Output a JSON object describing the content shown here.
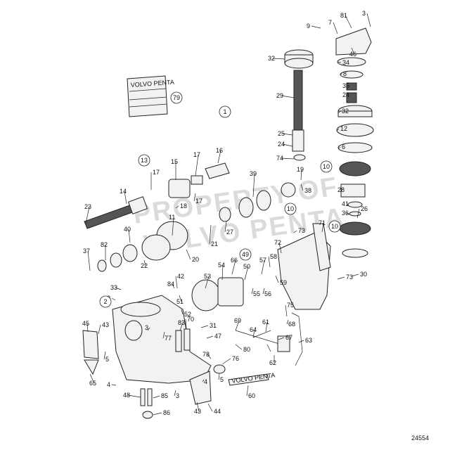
{
  "diagram": {
    "drawing_number": "24554",
    "watermark_lines": [
      "PROPERTY OF",
      "VOLVO PENTA"
    ],
    "book_label": "VOLVO PENTA",
    "plate_label": "VOLVO PENTA",
    "callouts": [
      {
        "label": "81"
      },
      {
        "label": "3"
      },
      {
        "label": "9"
      },
      {
        "label": "7"
      },
      {
        "label": "46"
      },
      {
        "label": "32"
      },
      {
        "label": "34"
      },
      {
        "label": "8"
      },
      {
        "label": "35"
      },
      {
        "label": "24"
      },
      {
        "label": "29"
      },
      {
        "label": "79"
      },
      {
        "label": "1"
      },
      {
        "label": "32"
      },
      {
        "label": "12"
      },
      {
        "label": "25"
      },
      {
        "label": "24"
      },
      {
        "label": "6"
      },
      {
        "label": "74"
      },
      {
        "label": "10"
      },
      {
        "label": "19"
      },
      {
        "label": "38"
      },
      {
        "label": "28"
      },
      {
        "label": "41"
      },
      {
        "label": "36"
      },
      {
        "label": "26"
      },
      {
        "label": "13"
      },
      {
        "label": "17"
      },
      {
        "label": "16"
      },
      {
        "label": "15"
      },
      {
        "label": "17"
      },
      {
        "label": "39"
      },
      {
        "label": "14"
      },
      {
        "label": "17"
      },
      {
        "label": "18"
      },
      {
        "label": "10"
      },
      {
        "label": "23"
      },
      {
        "label": "11"
      },
      {
        "label": "27"
      },
      {
        "label": "40"
      },
      {
        "label": "21"
      },
      {
        "label": "73"
      },
      {
        "label": "71"
      },
      {
        "label": "10"
      },
      {
        "label": "82"
      },
      {
        "label": "37"
      },
      {
        "label": "20"
      },
      {
        "label": "72"
      },
      {
        "label": "49"
      },
      {
        "label": "22"
      },
      {
        "label": "66"
      },
      {
        "label": "57"
      },
      {
        "label": "58"
      },
      {
        "label": "54"
      },
      {
        "label": "50"
      },
      {
        "label": "30"
      },
      {
        "label": "42"
      },
      {
        "label": "53"
      },
      {
        "label": "73"
      },
      {
        "label": "59"
      },
      {
        "label": "84"
      },
      {
        "label": "33"
      },
      {
        "label": "3"
      },
      {
        "label": "55"
      },
      {
        "label": "56"
      },
      {
        "label": "2"
      },
      {
        "label": "51"
      },
      {
        "label": "52"
      },
      {
        "label": "75"
      },
      {
        "label": "45"
      },
      {
        "label": "43"
      },
      {
        "label": "83"
      },
      {
        "label": "70"
      },
      {
        "label": "31"
      },
      {
        "label": "69"
      },
      {
        "label": "61"
      },
      {
        "label": "68"
      },
      {
        "label": "3"
      },
      {
        "label": "77"
      },
      {
        "label": "47"
      },
      {
        "label": "67"
      },
      {
        "label": "63"
      },
      {
        "label": "64"
      },
      {
        "label": "65"
      },
      {
        "label": "5"
      },
      {
        "label": "78"
      },
      {
        "label": "76"
      },
      {
        "label": "80"
      },
      {
        "label": "62"
      },
      {
        "label": "4"
      },
      {
        "label": "5"
      },
      {
        "label": "48"
      },
      {
        "label": "85"
      },
      {
        "label": "3"
      },
      {
        "label": "4"
      },
      {
        "label": "60"
      },
      {
        "label": "43"
      },
      {
        "label": "44"
      },
      {
        "label": "86"
      }
    ]
  }
}
